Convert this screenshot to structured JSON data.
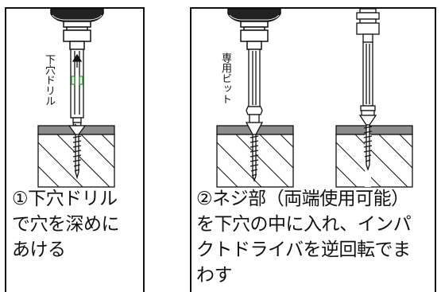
{
  "step1": {
    "caption": "①下穴ドリル\nで穴を深めに\nあける",
    "tool_label": "下穴ドリル"
  },
  "step2": {
    "caption": "②ネジ部（両端使用可能）\nを下穴の中に入れ、インパ\nクトドライバを逆回転でま\nわす",
    "tool_label": "専用ビット"
  },
  "colors": {
    "line": "#111111",
    "wood_top": "#8c8c8c",
    "wood": "#ffffff",
    "accent_green": "#2e9a2e"
  }
}
